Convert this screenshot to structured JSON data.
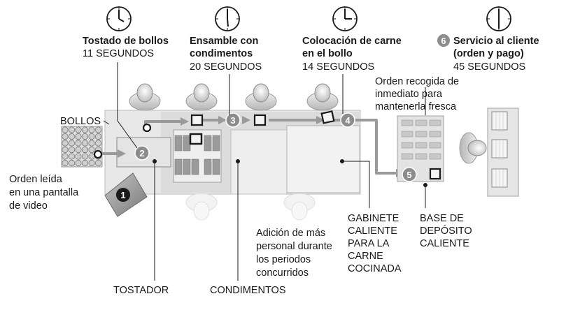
{
  "steps": {
    "s1": {
      "badge": "1",
      "text": [
        "Orden leída",
        "en una pantalla",
        "de video"
      ]
    },
    "s2": {
      "badge": "2",
      "title": "Tostado de bollos",
      "time": "11 SEGUNDOS"
    },
    "s3": {
      "badge": "3",
      "title": [
        "Ensamble con",
        "condimentos"
      ],
      "time": "20 SEGUNDOS"
    },
    "s4": {
      "badge": "4",
      "title": [
        "Colocación de carne",
        "en el bollo"
      ],
      "time": "14 SEGUNDOS"
    },
    "s5": {
      "badge": "5",
      "text": [
        "Orden recogida de",
        "inmediato para",
        "mantenerla fresca"
      ]
    },
    "s6": {
      "badge": "6",
      "title": [
        "Servicio al cliente",
        "(orden y pago)"
      ],
      "time": "45 SEGUNDOS"
    }
  },
  "labels": {
    "bollos": "BOLLOS",
    "tostador": "TOSTADOR",
    "condimentos": "CONDIMENTOS",
    "gabinete": [
      "GABINETE",
      "CALIENTE",
      "PARA LA",
      "CARNE",
      "COCINADA"
    ],
    "base": [
      "BASE DE",
      "DEPÓSITO",
      "CALIENTE"
    ],
    "adicion": [
      "Adición de más",
      "personal durante",
      "los periodos",
      "concurridos"
    ]
  },
  "colors": {
    "badge": "#8c8c8c",
    "counter": "#e6e6e6",
    "flow": "#9a9a9a",
    "ink": "#1a1a1a"
  }
}
